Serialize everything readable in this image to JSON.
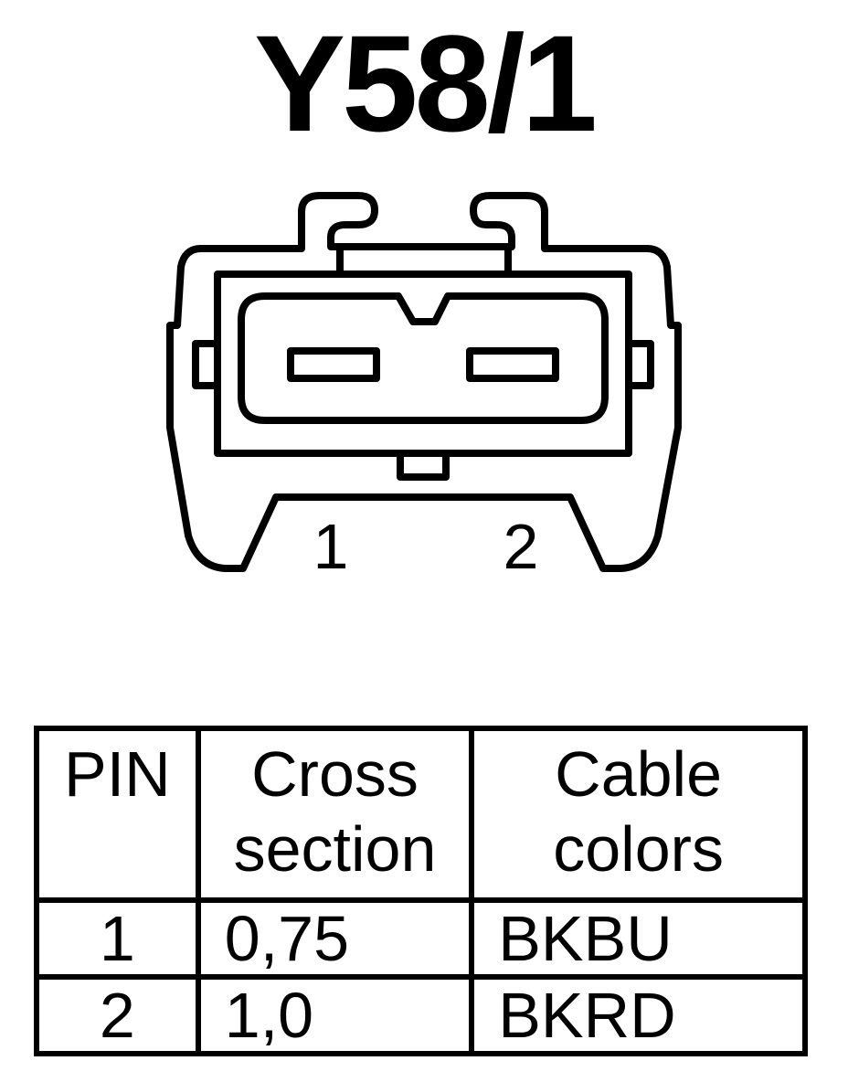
{
  "title": "Y58/1",
  "connector": {
    "pin_labels": [
      "1",
      "2"
    ]
  },
  "table": {
    "headers": {
      "pin": "PIN",
      "cross_section": [
        "Cross",
        "section"
      ],
      "cable_colors": [
        "Cable",
        "colors"
      ]
    },
    "rows": [
      {
        "pin": "1",
        "cross_section": "0,75",
        "cable_color": "BKBU"
      },
      {
        "pin": "2",
        "cross_section": "1,0",
        "cable_color": "BKRD"
      }
    ]
  }
}
